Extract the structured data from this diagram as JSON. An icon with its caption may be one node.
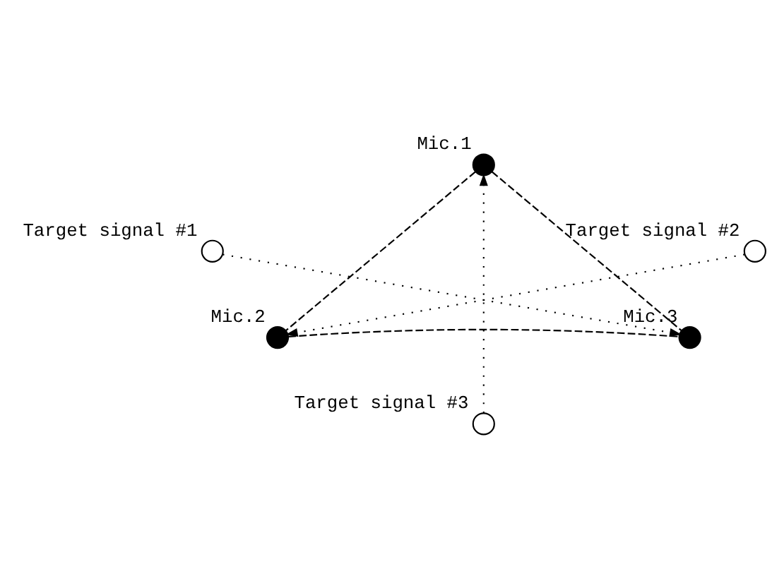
{
  "diagram": {
    "nodes": [
      {
        "text": [],
        "shape": "circle",
        "beside": [
          "Mic.1"
        ]
      },
      {
        "text": [],
        "shape": "circle",
        "beside": [
          "Target signal #1"
        ]
      },
      {
        "text": [],
        "shape": "circle",
        "beside": [
          "Target signal #2"
        ]
      },
      {
        "text": [],
        "shape": "circle",
        "beside": [
          "Mic.2"
        ]
      },
      {
        "text": [],
        "shape": "circle",
        "beside": [
          "Mic.3"
        ]
      },
      {
        "text": [],
        "shape": "circle",
        "beside": [
          "Target signal #3"
        ]
      }
    ],
    "edges": [
      {
        "from": 0,
        "to": 3,
        "arrow": "none",
        "style": "dashed"
      },
      {
        "from": 0,
        "to": 4,
        "arrow": "none",
        "style": "dashed"
      },
      {
        "from": 3,
        "to": 4,
        "arrow": "none",
        "style": "dashed"
      },
      {
        "from": 1,
        "to": 4,
        "arrow": "to"
      },
      {
        "from": 2,
        "to": 3,
        "arrow": "to"
      },
      {
        "from": 5,
        "to": 0,
        "arrow": "to"
      }
    ]
  }
}
